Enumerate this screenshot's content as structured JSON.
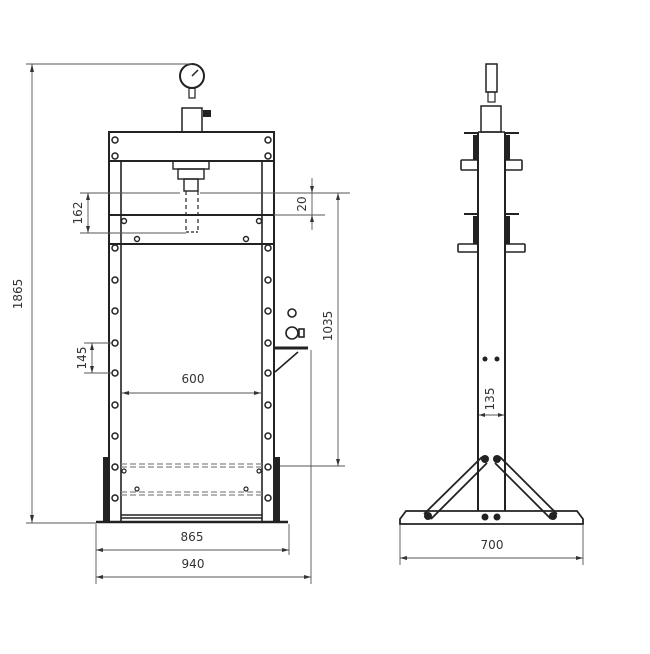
{
  "diagram": {
    "type": "technical-drawing",
    "subject": "hydraulic workshop press",
    "views": [
      "front-view",
      "side-view"
    ],
    "colors": {
      "line": "#222222",
      "dim_line": "#555555",
      "background": "#ffffff"
    }
  },
  "front_view": {
    "dimensions": {
      "overall_height": "1865",
      "bed_travel": "162",
      "ram_gap": "20",
      "working_height": "1035",
      "hole_pitch": "145",
      "inner_width": "600",
      "frame_width": "865",
      "base_width": "940"
    }
  },
  "side_view": {
    "dimensions": {
      "column_width": "135",
      "foot_width": "700"
    }
  }
}
